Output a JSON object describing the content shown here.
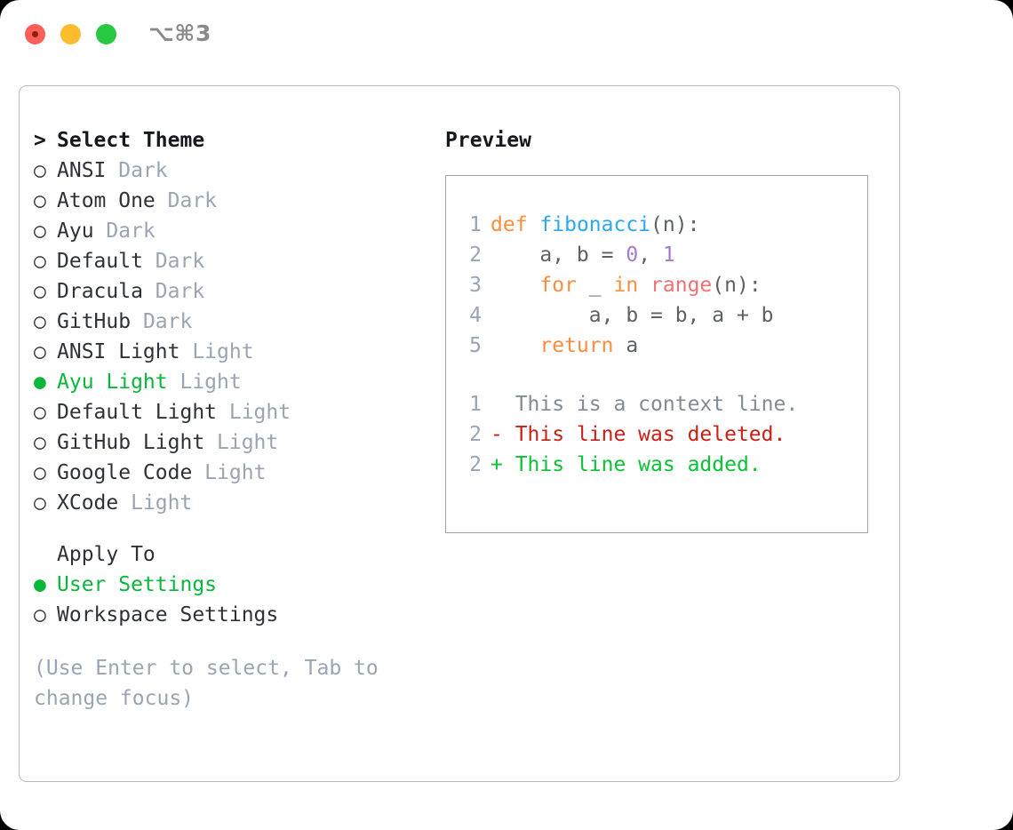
{
  "titlebar": {
    "shortcut": "⌥⌘3",
    "buttons": {
      "close": "close-window",
      "minimize": "minimize-window",
      "maximize": "maximize-window"
    }
  },
  "theme_picker": {
    "header_marker": ">",
    "header_label": "Select Theme",
    "selected_marker": "●",
    "unselected_marker": "○",
    "selected_color": "#0bb63c",
    "tag_color": "#9aa4b2",
    "items": [
      {
        "marker": "○",
        "label": "ANSI",
        "tag": "Dark",
        "selected": false
      },
      {
        "marker": "○",
        "label": "Atom One",
        "tag": "Dark",
        "selected": false
      },
      {
        "marker": "○",
        "label": "Ayu",
        "tag": "Dark",
        "selected": false
      },
      {
        "marker": "○",
        "label": "Default",
        "tag": "Dark",
        "selected": false
      },
      {
        "marker": "○",
        "label": "Dracula",
        "tag": "Dark",
        "selected": false
      },
      {
        "marker": "○",
        "label": "GitHub",
        "tag": "Dark",
        "selected": false
      },
      {
        "marker": "○",
        "label": "ANSI Light",
        "tag": "Light",
        "selected": false
      },
      {
        "marker": "●",
        "label": "Ayu Light",
        "tag": "Light",
        "selected": true
      },
      {
        "marker": "○",
        "label": "Default Light",
        "tag": "Light",
        "selected": false
      },
      {
        "marker": "○",
        "label": "GitHub Light",
        "tag": "Light",
        "selected": false
      },
      {
        "marker": "○",
        "label": "Google Code",
        "tag": "Light",
        "selected": false
      },
      {
        "marker": "○",
        "label": "XCode",
        "tag": "Light",
        "selected": false
      }
    ]
  },
  "apply_to": {
    "label": "Apply To",
    "items": [
      {
        "marker": "●",
        "label": "User Settings",
        "selected": true
      },
      {
        "marker": "○",
        "label": "Workspace Settings",
        "selected": false
      }
    ]
  },
  "hint": "(Use Enter to select, Tab to change focus)",
  "preview": {
    "title": "Preview",
    "code_lines": [
      {
        "n": "1",
        "tokens": [
          {
            "t": "def",
            "c": "kw"
          },
          {
            "t": " ",
            "c": "pl"
          },
          {
            "t": "fibonacci",
            "c": "fn"
          },
          {
            "t": "(n):",
            "c": "pl"
          }
        ]
      },
      {
        "n": "2",
        "tokens": [
          {
            "t": "    a, b = ",
            "c": "pl"
          },
          {
            "t": "0",
            "c": "num"
          },
          {
            "t": ", ",
            "c": "pl"
          },
          {
            "t": "1",
            "c": "num"
          }
        ]
      },
      {
        "n": "3",
        "tokens": [
          {
            "t": "    ",
            "c": "pl"
          },
          {
            "t": "for",
            "c": "kw"
          },
          {
            "t": " _ ",
            "c": "pl"
          },
          {
            "t": "in",
            "c": "kw"
          },
          {
            "t": " ",
            "c": "pl"
          },
          {
            "t": "range",
            "c": "bi"
          },
          {
            "t": "(n):",
            "c": "pl"
          }
        ]
      },
      {
        "n": "4",
        "tokens": [
          {
            "t": "        a, b = b, a + b",
            "c": "pl"
          }
        ]
      },
      {
        "n": "5",
        "tokens": [
          {
            "t": "    ",
            "c": "pl"
          },
          {
            "t": "return",
            "c": "kw"
          },
          {
            "t": " a",
            "c": "pl"
          }
        ]
      }
    ],
    "diff_lines": [
      {
        "n": "1",
        "sign": " ",
        "text": " This is a context line.",
        "kind": "ctx"
      },
      {
        "n": "2",
        "sign": "-",
        "text": " This line was deleted.",
        "kind": "del"
      },
      {
        "n": "2",
        "sign": "+",
        "text": " This line was added.",
        "kind": "add"
      }
    ],
    "syntax_colors": {
      "keyword": "#fa8d3e",
      "function": "#2aa9f0",
      "number": "#a37acc",
      "builtin": "#f07171",
      "plain": "#5c6166",
      "line_number": "#9aa4b2",
      "diff_context": "#828a94",
      "diff_deleted": "#c81f17",
      "diff_added": "#0bc234"
    }
  }
}
